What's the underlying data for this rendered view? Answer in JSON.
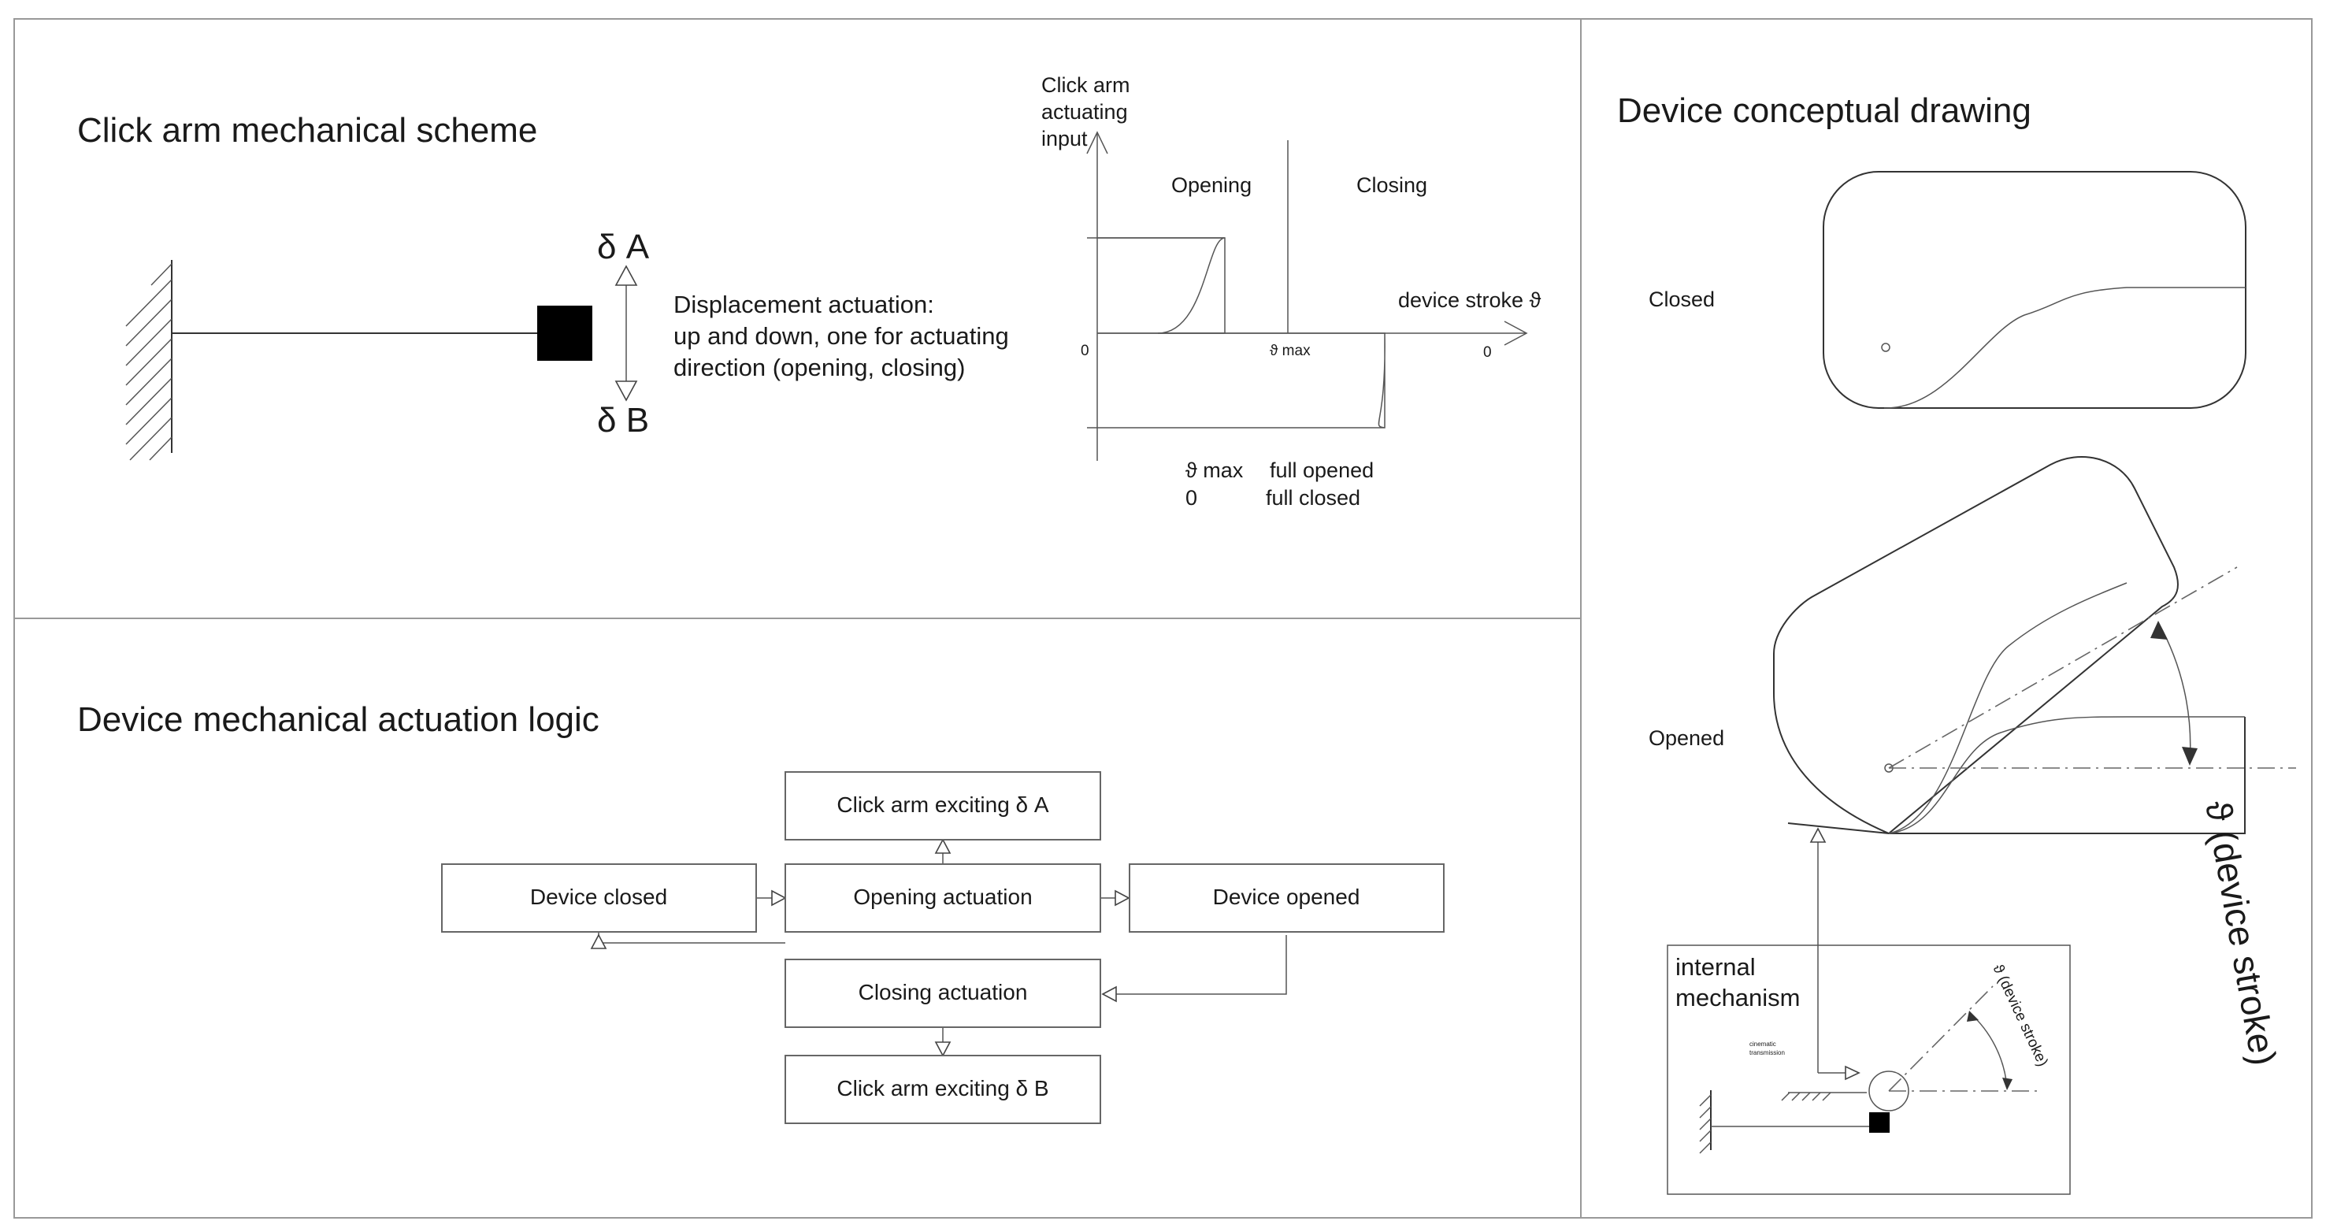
{
  "sections": {
    "scheme_title": "Click arm mechanical scheme",
    "logic_title": "Device mechanical actuation logic",
    "drawing_title": "Device conceptual drawing"
  },
  "scheme": {
    "delta_a": "δ A",
    "delta_b": "δ B",
    "displacement_lines": [
      "Displacement actuation:",
      "up and down, one for actuating",
      "direction (opening, closing)"
    ]
  },
  "graph": {
    "y_label_lines": [
      "Click arm",
      "actuating",
      "input"
    ],
    "opening_label": "Opening",
    "closing_label": "Closing",
    "x_label": "device stroke ϑ",
    "zero_left": "0",
    "zero_right": "0",
    "theta_max": "ϑ max",
    "legend_sym_1": "ϑ max",
    "legend_val_1": "full opened",
    "legend_sym_2": "0",
    "legend_val_2": "full closed"
  },
  "flow": {
    "click_a": "Click arm exciting δ A",
    "device_closed": "Device closed",
    "opening": "Opening actuation",
    "device_opened": "Device opened",
    "closing": "Closing actuation",
    "click_b": "Click arm exciting δ B"
  },
  "drawing": {
    "closed_label": "Closed",
    "opened_label": "Opened",
    "stroke_label": "ϑ (device stroke)",
    "mech_title_1": "internal",
    "mech_title_2": "mechanism",
    "mech_stroke_label": "ϑ (device stroke)",
    "mech_small_1": "cinematic",
    "mech_small_2": "transmission"
  }
}
